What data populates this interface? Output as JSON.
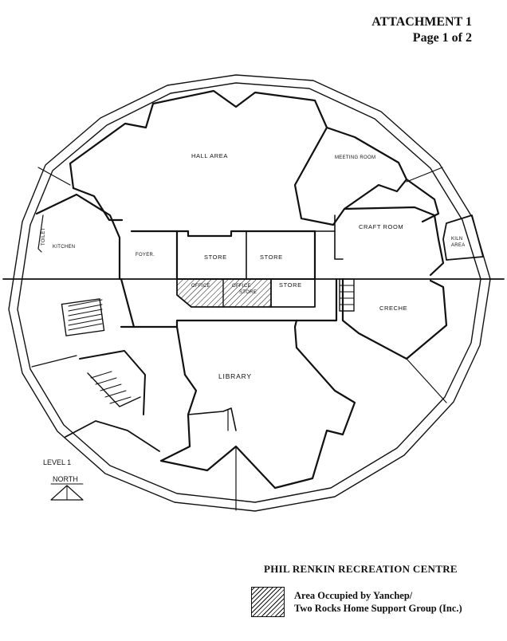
{
  "header": {
    "attachment": "ATTACHMENT 1",
    "page": "Page 1 of 2"
  },
  "rooms": {
    "hall": "HALL AREA",
    "meeting": "MEETING ROOM",
    "craft": "CRAFT ROOM",
    "kiln": "KILN",
    "kiln_area": "AREA",
    "kitchen": "KITCHEN",
    "foyer": "FOYER.",
    "store_1": "STORE",
    "store_2": "STORE",
    "office": "OFFICE",
    "office_store_1": "OFFICE",
    "office_store_2": "STORE",
    "store_3": "STORE",
    "creche": "CRECHE",
    "library": "LIBRARY",
    "toilet": "TOILET"
  },
  "level": "LEVEL 1",
  "north": "NORTH",
  "footer": {
    "title": "PHIL RENKIN RECREATION CENTRE",
    "legend_line1": "Area Occupied by Yanchep/",
    "legend_line2": "Two Rocks Home Support Group (Inc.)"
  }
}
